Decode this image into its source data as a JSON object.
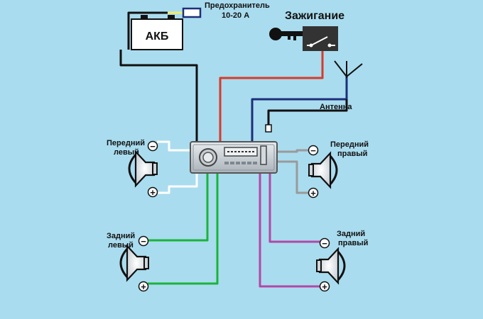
{
  "labels": {
    "battery": "АКБ",
    "fuse_line1": "Предохранитель",
    "fuse_line2": "10-20 А",
    "ignition": "Зажигание",
    "antenna": "Антенна",
    "front_left_line1": "Передний",
    "front_left_line2": "левый",
    "front_right_line1": "Передний",
    "front_right_line2": "правый",
    "rear_left_line1": "Задний",
    "rear_left_line2": "левый",
    "rear_right_line1": "Задний",
    "rear_right_line2": "правый",
    "minus": "−",
    "plus": "+"
  },
  "colors": {
    "background": "#a9dcee",
    "battery_wire": "#111111",
    "fuse_wire": "#f1ee70",
    "ignition_wire": "#d83a2a",
    "antenna_wire": "#1d2f7a",
    "front_left_wire": "#ffffff",
    "front_right_wire": "#9a9a9a",
    "rear_left_wire": "#1bb33a",
    "rear_right_wire": "#b347a8"
  }
}
